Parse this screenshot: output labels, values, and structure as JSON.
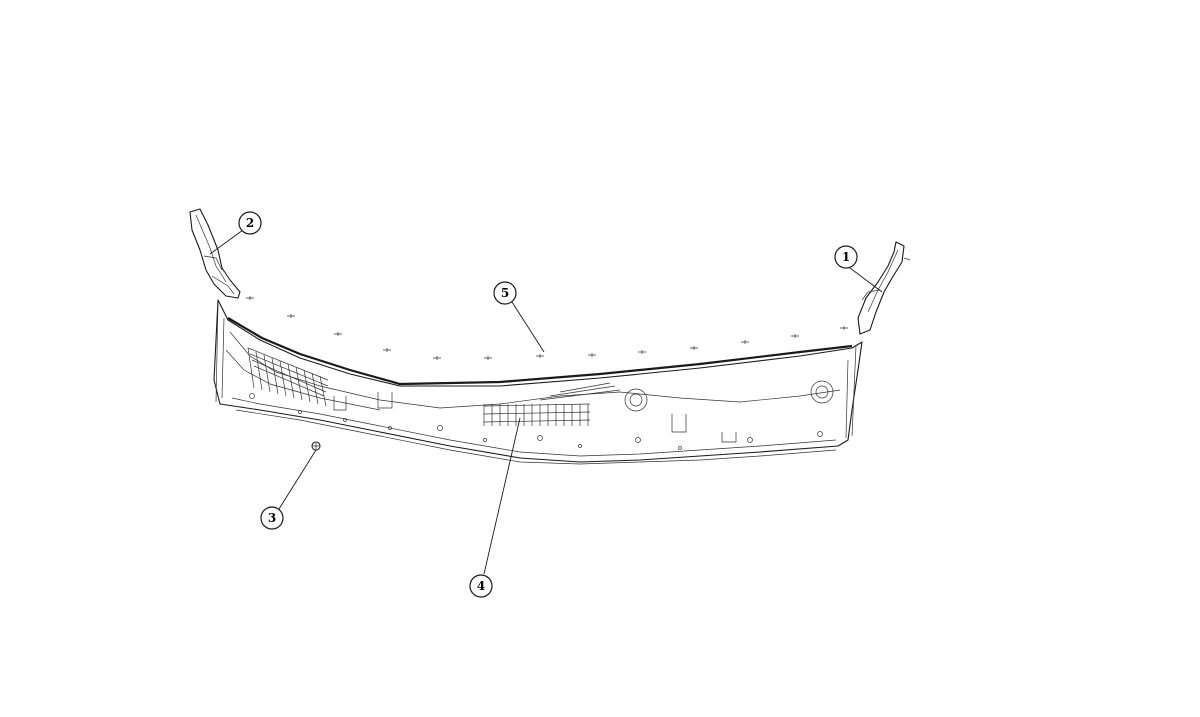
{
  "diagram": {
    "callouts": [
      {
        "id": "1",
        "label": "1"
      },
      {
        "id": "2",
        "label": "2"
      },
      {
        "id": "3",
        "label": "3"
      },
      {
        "id": "4",
        "label": "4"
      },
      {
        "id": "5",
        "label": "5"
      }
    ]
  },
  "colors": {
    "line": "#1a1a1a",
    "background": "#ffffff"
  }
}
